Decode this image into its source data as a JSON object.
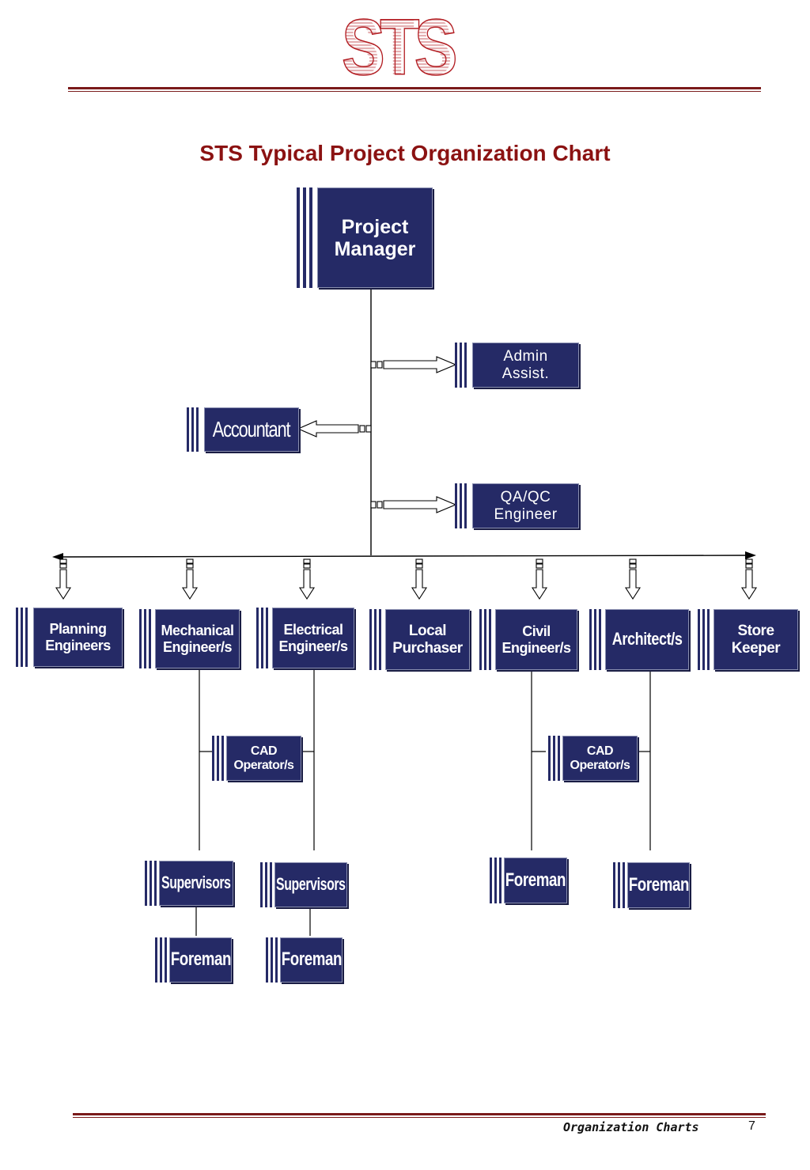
{
  "header": {
    "logo_text": "STS"
  },
  "page_title": "STS Typical Project Organization Chart",
  "nodes": {
    "project_manager": "Project\nManager",
    "admin_assist": "Admin\nAssist.",
    "accountant": "Accountant",
    "qaqc_engineer": "QA/QC\nEngineer",
    "planning_engineers": "Planning\nEngineers",
    "mechanical_engineers": "Mechanical\nEngineer/s",
    "electrical_engineers": "Electrical\nEngineer/s",
    "local_purchaser": "Local\nPurchaser",
    "civil_engineers": "Civil\nEngineer/s",
    "architects": "Architect/s",
    "store_keeper": "Store\nKeeper",
    "cad_operators_1": "CAD\nOperator/s",
    "cad_operators_2": "CAD\nOperator/s",
    "supervisors_mech": "Supervisors",
    "supervisors_elec": "Supervisors",
    "foreman_mech": "Foreman",
    "foreman_elec": "Foreman",
    "foreman_civil": "Foreman",
    "foreman_arch": "Foreman"
  },
  "colors": {
    "node_fill": "#252a66",
    "title": "#8b1212",
    "rule": "#7a1a1a"
  },
  "footer": {
    "section": "Organization Charts",
    "page_number": "7"
  }
}
